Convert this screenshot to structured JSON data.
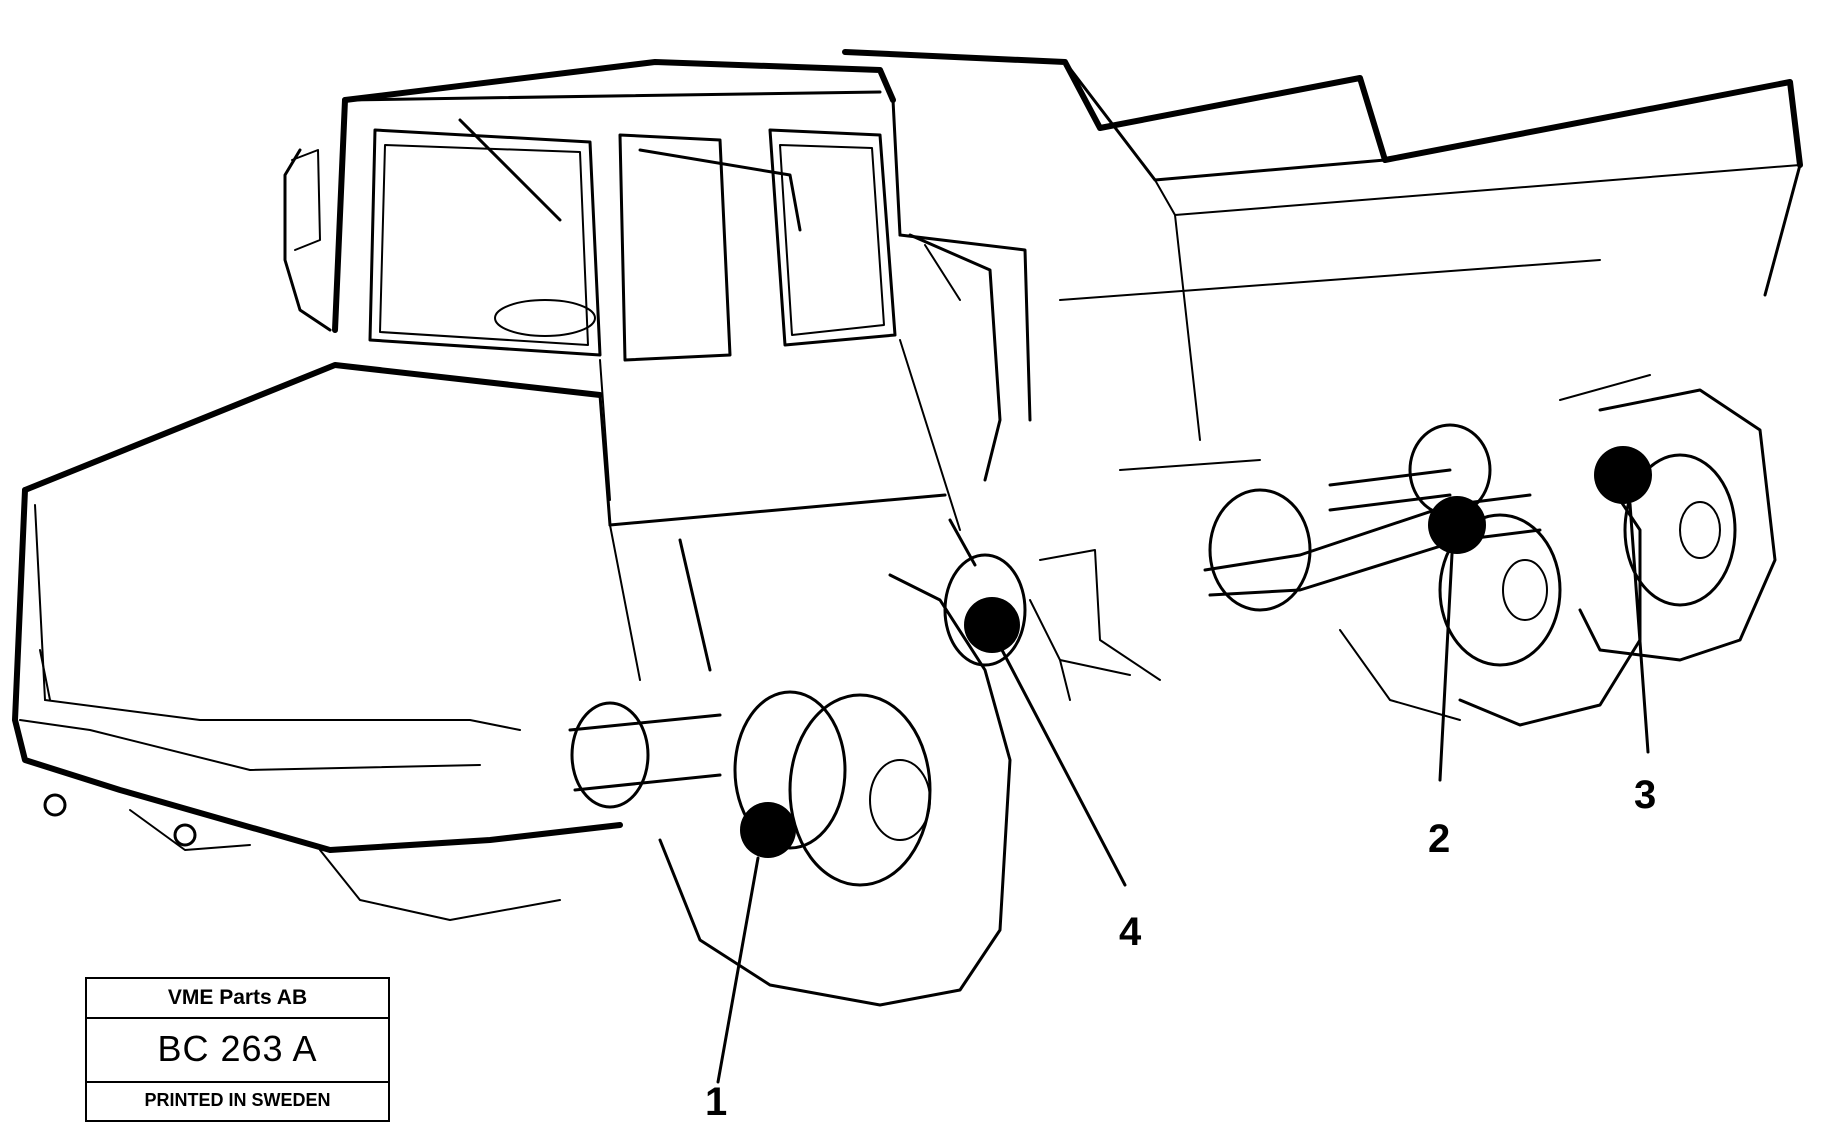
{
  "callouts": [
    {
      "label": "1"
    },
    {
      "label": "2"
    },
    {
      "label": "3"
    },
    {
      "label": "4"
    }
  ],
  "title_block": {
    "company": "VME Parts AB",
    "drawing_code": "BC 263 A",
    "printed": "PRINTED IN SWEDEN"
  }
}
